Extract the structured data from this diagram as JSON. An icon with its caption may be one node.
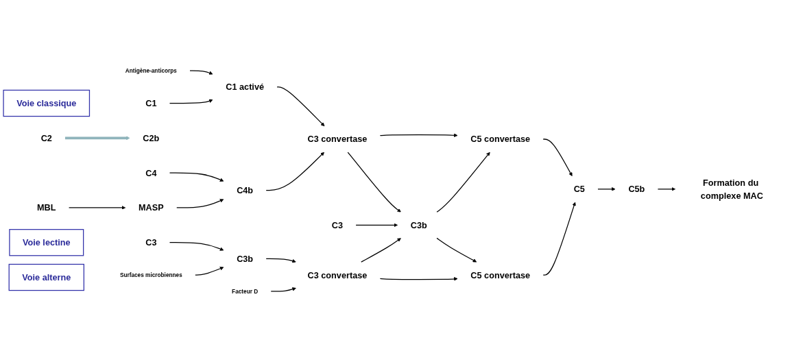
{
  "diagram": {
    "nodes": [
      {
        "text": [
          "Voie classique"
        ]
      },
      {
        "text": [
          "Antigène-anticorps"
        ]
      },
      {
        "text": [
          "C1"
        ]
      },
      {
        "text": [
          "C1 activé"
        ]
      },
      {
        "text": [
          "C2"
        ]
      },
      {
        "text": [
          "C2b"
        ]
      },
      {
        "text": [
          "C4"
        ]
      },
      {
        "text": [
          "C4b"
        ]
      },
      {
        "text": [
          "C3 convertase"
        ]
      },
      {
        "text": [
          "C5 convertase"
        ]
      },
      {
        "text": [
          "MBL"
        ]
      },
      {
        "text": [
          "MASP"
        ]
      },
      {
        "text": [
          "C3"
        ]
      },
      {
        "text": [
          "C3b"
        ]
      },
      {
        "text": [
          "C5"
        ]
      },
      {
        "text": [
          "C5b"
        ]
      },
      {
        "text": [
          "Formation du complexe MAC"
        ]
      },
      {
        "text": [
          "Voie lectine"
        ]
      },
      {
        "text": [
          "C3"
        ]
      },
      {
        "text": [
          "C3b"
        ]
      },
      {
        "text": [
          "C3 convertase"
        ]
      },
      {
        "text": [
          "C5 convertase"
        ]
      },
      {
        "text": [
          "Surfaces microbiennes"
        ]
      },
      {
        "text": [
          "Facteur D"
        ]
      },
      {
        "text": [
          "Voie alterne"
        ]
      }
    ],
    "edges": [
      {
        "from": 1,
        "to": 3,
        "arrow": "to"
      },
      {
        "from": 2,
        "to": 3,
        "arrow": "to"
      },
      {
        "from": 3,
        "to": 8,
        "arrow": "to"
      },
      {
        "from": 4,
        "to": 5,
        "arrow": "to",
        "style": "thick",
        "color": "#8fb4bb"
      },
      {
        "from": 6,
        "to": 7,
        "arrow": "to"
      },
      {
        "from": 7,
        "to": 8,
        "arrow": "to"
      },
      {
        "from": 10,
        "to": 11,
        "arrow": "to"
      },
      {
        "from": 11,
        "to": 7,
        "arrow": "to"
      },
      {
        "from": 8,
        "to": 9,
        "arrow": "to"
      },
      {
        "from": 8,
        "to": 13,
        "arrow": "to"
      },
      {
        "from": 12,
        "to": 13,
        "arrow": "to"
      },
      {
        "from": 20,
        "to": 13,
        "arrow": "to"
      },
      {
        "from": 13,
        "to": 9,
        "arrow": "to"
      },
      {
        "from": 13,
        "to": 21,
        "arrow": "to"
      },
      {
        "from": 9,
        "to": 14,
        "arrow": "to"
      },
      {
        "from": 21,
        "to": 14,
        "arrow": "to"
      },
      {
        "from": 14,
        "to": 15,
        "arrow": "to"
      },
      {
        "from": 15,
        "to": 16,
        "arrow": "to"
      },
      {
        "from": 18,
        "to": 19,
        "arrow": "to"
      },
      {
        "from": 22,
        "to": 19,
        "arrow": "to"
      },
      {
        "from": 19,
        "to": 20,
        "arrow": "to"
      },
      {
        "from": 23,
        "to": 20,
        "arrow": "to"
      },
      {
        "from": 20,
        "to": 21,
        "arrow": "to"
      }
    ]
  }
}
